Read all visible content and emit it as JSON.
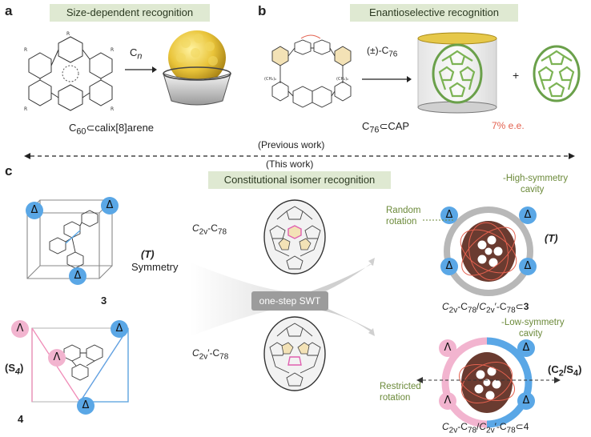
{
  "panels": {
    "a": {
      "letter": "a",
      "header": "Size-dependent recognition",
      "arrow_label": "C",
      "arrow_label_sub": "n",
      "complex_label": "C",
      "complex_sub": "60",
      "complex_rest": "⊂calix[8]arene"
    },
    "b": {
      "letter": "b",
      "header": "Enantioselective recognition",
      "arrow_label": "(±)-C",
      "arrow_label_sub": "76",
      "complex_label": "C",
      "complex_sub": "76",
      "complex_rest": "⊂CAP",
      "plus": "+",
      "ee": "7% e.e."
    },
    "c": {
      "letter": "c",
      "header": "Constitutional isomer recognition",
      "previous_work": "(Previous work)",
      "this_work": "(This work)",
      "symmetry_T": "(T)",
      "symmetry_word": "Symmetry",
      "compound3": "3",
      "symmetry_S4": "(S",
      "symmetry_S4_sub": "4",
      "symmetry_S4_close": ")",
      "compound4": "4",
      "isomer1": "C",
      "isomer1_sub": "2v",
      "isomer1_rest": "-C",
      "isomer1_sub2": "78",
      "isomer2": "C",
      "isomer2_sub": "2v",
      "isomer2_rest": "′-C",
      "isomer2_sub2": "78",
      "swt": "one-step SWT",
      "high_sym": "-High-symmetry",
      "high_sym2": "cavity",
      "random": "Random",
      "random2": "rotation",
      "T_right": "(T)",
      "low_sym": "-Low-symmetry",
      "low_sym2": "cavity",
      "restricted": "Restricted",
      "restricted2": "rotation",
      "C2S4": "(C",
      "C2S4_sub": "2",
      "C2S4_mid": "/S",
      "C2S4_sub2": "4",
      "C2S4_close": ")",
      "complex3": "C2v-C78/C2v′-C78⊂",
      "complex3_num": "3",
      "complex4": "C2v-C78/C2v′-C78⊂4"
    }
  },
  "badges": {
    "delta": "Δ",
    "lambda": "Λ"
  },
  "colors": {
    "header_bg": "#dfe9d2",
    "delta_blue": "#5aa7e6",
    "lambda_pink": "#f2b4cf",
    "fullerene_green": "#8fbf6a",
    "fullerene_gold": "#e9c43a",
    "accent_red": "#e3614f",
    "annot_green": "#6c8a3a"
  }
}
